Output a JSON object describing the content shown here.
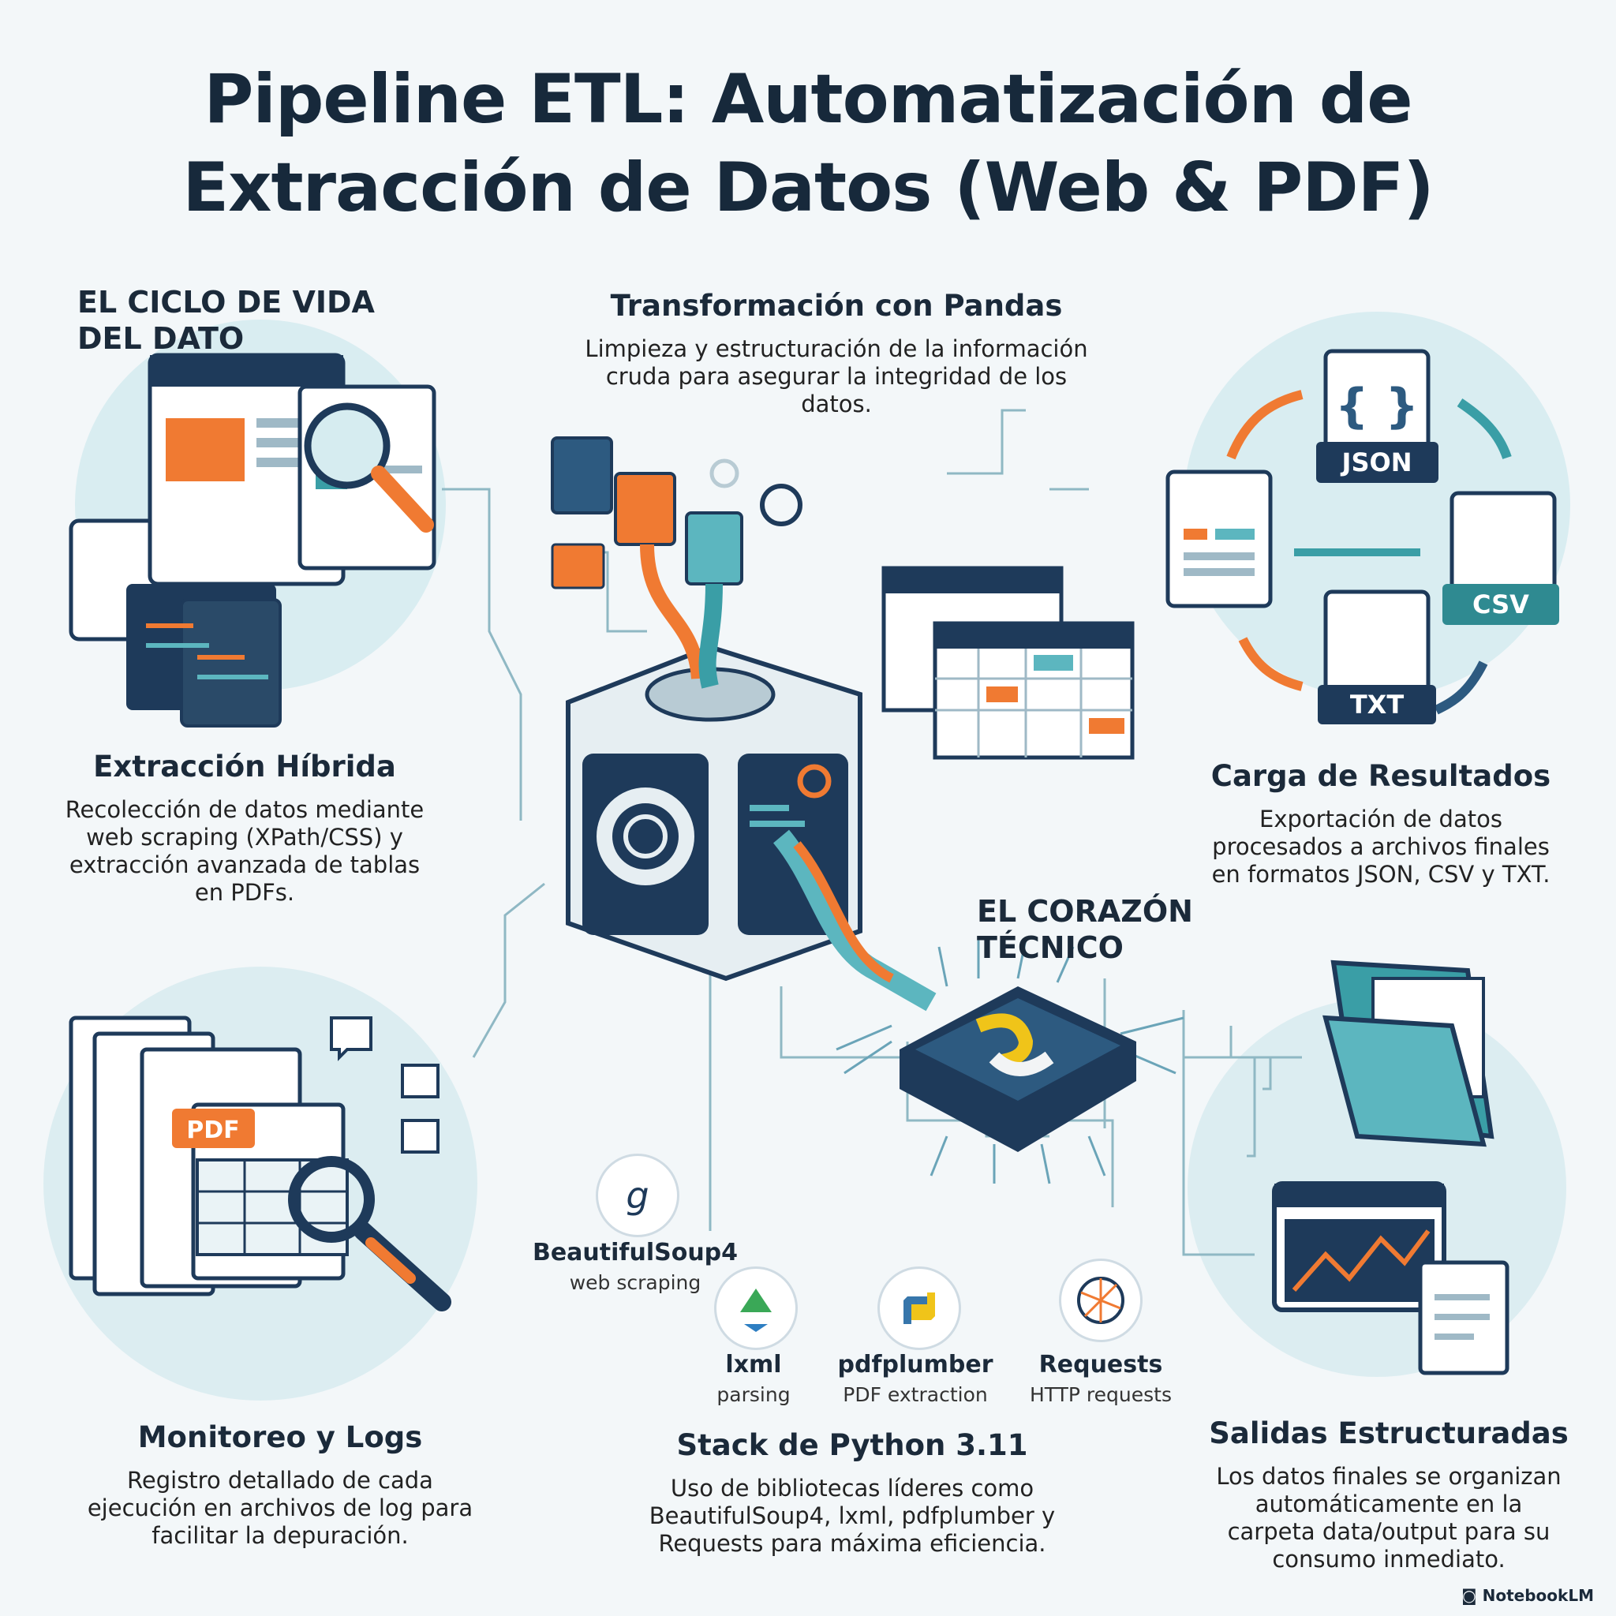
{
  "title": {
    "line1": "Pipeline ETL: Automatización de",
    "line2": "Extracción de Datos (Web & PDF)"
  },
  "lifecycle_header": {
    "line1": "EL CICLO DE VIDA",
    "line2": "DEL DATO"
  },
  "core_header": {
    "line1": "EL CORAZÓN",
    "line2": "TÉCNICO"
  },
  "sections": {
    "transform": {
      "title": "Transformación con Pandas",
      "desc": "Limpieza y estructuración de la información cruda para asegurar la integridad de los datos."
    },
    "extract": {
      "title": "Extracción Híbrida",
      "desc": "Recolección de datos mediante web scraping (XPath/CSS) y extracción avanzada de tablas en PDFs."
    },
    "load": {
      "title": "Carga de Resultados",
      "desc": "Exportación de datos procesados a archivos finales en formatos JSON, CSV y TXT."
    },
    "monitor": {
      "title": "Monitoreo y Logs",
      "desc": "Registro detallado de cada ejecución en archivos de log para facilitar la depuración."
    },
    "stack": {
      "title": "Stack de Python 3.11",
      "desc": "Uso de bibliotecas líderes como BeautifulSoup4, lxml, pdfplumber y Requests para máxima eficiencia."
    },
    "outputs": {
      "title": "Salidas Estructuradas",
      "desc": "Los datos finales se organizan automáticamente en la carpeta data/output para su consumo inmediato."
    }
  },
  "file_labels": {
    "json": "JSON",
    "csv": "CSV",
    "txt": "TXT",
    "pdf": "PDF"
  },
  "libraries": [
    {
      "name": "BeautifulSoup4",
      "sub": "web scraping",
      "icon": "soup-icon"
    },
    {
      "name": "lxml",
      "sub": "parsing",
      "icon": "recycle-icon"
    },
    {
      "name": "pdfplumber",
      "sub": "PDF extraction",
      "icon": "python-icon"
    },
    {
      "name": "Requests",
      "sub": "HTTP requests",
      "icon": "network-icon"
    }
  ],
  "watermark": "NotebookLM",
  "colors": {
    "navy": "#1e3a5a",
    "teal": "#3a9ea6",
    "orange": "#f07a32",
    "light": "#d8ecf0"
  }
}
